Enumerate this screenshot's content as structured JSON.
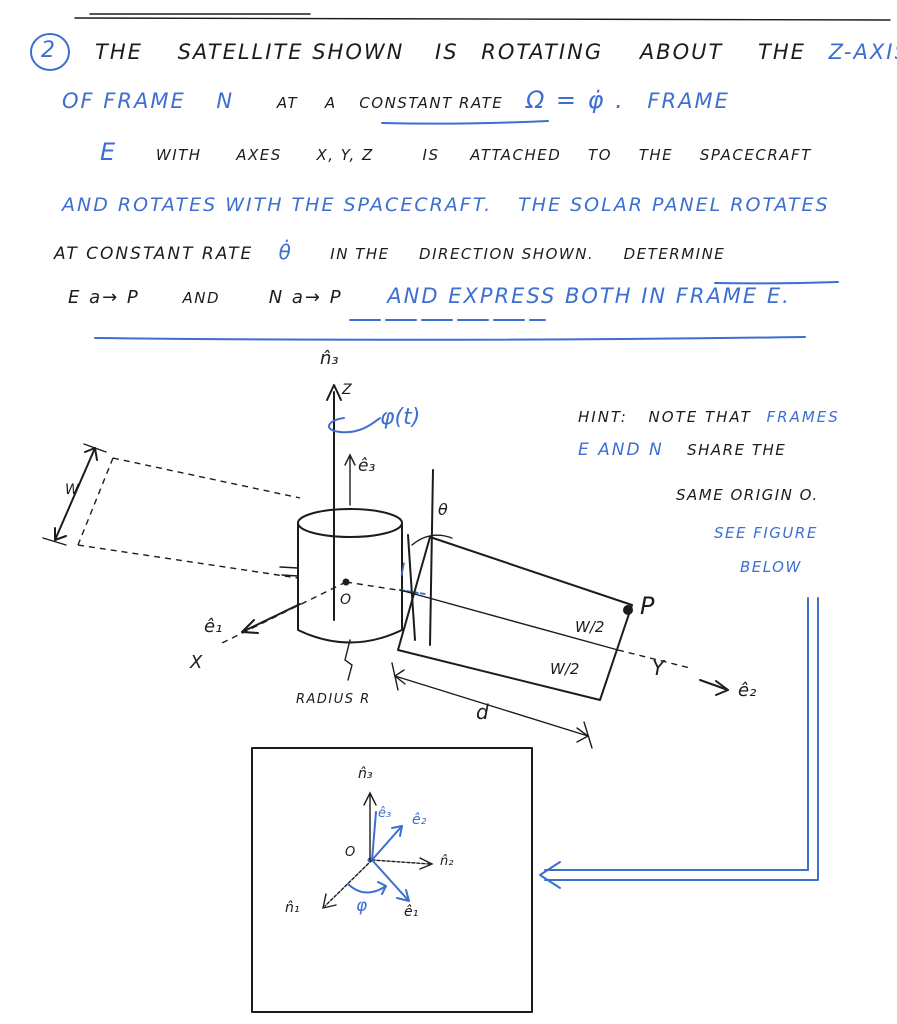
{
  "problem": {
    "number": "2",
    "lines": [
      {
        "parts": [
          {
            "t": "THE",
            "c": "black"
          },
          {
            "t": "SATELLITE SHOWN",
            "c": "black"
          },
          {
            "t": "IS",
            "c": "black"
          },
          {
            "t": "ROTATING",
            "c": "black"
          },
          {
            "t": "ABOUT",
            "c": "black"
          },
          {
            "t": "THE",
            "c": "black"
          },
          {
            "t": "Z-AXIS",
            "c": "blue"
          }
        ]
      },
      {
        "parts": [
          {
            "t": "OF FRAME",
            "c": "blue"
          },
          {
            "t": "N",
            "c": "blue"
          },
          {
            "t": "AT",
            "c": "black"
          },
          {
            "t": "A",
            "c": "black"
          },
          {
            "t": "CONSTANT RATE",
            "c": "black"
          },
          {
            "t": "Ω = φ̇ .",
            "c": "blue"
          },
          {
            "t": "FRAME",
            "c": "blue"
          }
        ]
      },
      {
        "parts": [
          {
            "t": "E",
            "c": "blue"
          },
          {
            "t": "WITH",
            "c": "black"
          },
          {
            "t": "AXES",
            "c": "black"
          },
          {
            "t": "X, Y, Z",
            "c": "black"
          },
          {
            "t": "IS",
            "c": "black"
          },
          {
            "t": "ATTACHED",
            "c": "black"
          },
          {
            "t": "TO",
            "c": "black"
          },
          {
            "t": "THE",
            "c": "black"
          },
          {
            "t": "SPACECRAFT",
            "c": "black"
          }
        ]
      },
      {
        "parts": [
          {
            "t": "AND ROTATES WITH THE SPACECRAFT.",
            "c": "blue"
          },
          {
            "t": "THE SOLAR PANEL ROTATES",
            "c": "blue"
          }
        ]
      },
      {
        "parts": [
          {
            "t": "AT CONSTANT RATE",
            "c": "black"
          },
          {
            "t": "θ̇",
            "c": "blue"
          },
          {
            "t": "IN THE",
            "c": "black"
          },
          {
            "t": "DIRECTION SHOWN.",
            "c": "black"
          },
          {
            "t": "DETERMINE",
            "c": "black"
          }
        ]
      },
      {
        "parts": [
          {
            "t": "E a→ P",
            "c": "black"
          },
          {
            "t": "AND",
            "c": "black"
          },
          {
            "t": "N a→ P",
            "c": "black"
          },
          {
            "t": "AND EXPRESS BOTH IN FRAME E.",
            "c": "blue"
          }
        ]
      }
    ]
  },
  "figure": {
    "labels": {
      "n3": "n̂₃",
      "z": "Z",
      "phi_t": "φ(t)",
      "e3": "ê₃",
      "w_left": "W",
      "theta": "θ",
      "l": "l",
      "o": "O",
      "e1": "ê₁",
      "x": "X",
      "w2_top": "W/2",
      "w2_bottom": "W/2",
      "p": "P",
      "y": "Y",
      "e2": "ê₂",
      "radius": "RADIUS R",
      "d": "d"
    }
  },
  "hint": {
    "lines": [
      {
        "parts": [
          {
            "t": "HINT:",
            "c": "black"
          },
          {
            "t": "NOTE THAT",
            "c": "black"
          },
          {
            "t": "FRAMES",
            "c": "blue"
          }
        ]
      },
      {
        "parts": [
          {
            "t": "E AND N",
            "c": "blue"
          },
          {
            "t": "SHARE THE",
            "c": "black"
          }
        ]
      },
      {
        "parts": [
          {
            "t": "SAME ORIGIN O.",
            "c": "black"
          }
        ]
      },
      {
        "parts": [
          {
            "t": "SEE FIGURE",
            "c": "blue"
          }
        ]
      },
      {
        "parts": [
          {
            "t": "BELOW",
            "c": "blue"
          }
        ]
      }
    ]
  },
  "inset": {
    "labels": {
      "n3": "n̂₃",
      "e3": "ê₃",
      "e2": "ê₂",
      "n2": "n̂₂",
      "o": "O",
      "phi": "φ",
      "n1": "n̂₁",
      "e1": "ê₁"
    }
  },
  "colors": {
    "ink": "#1c1c1c",
    "blue": "#3d6fd1"
  }
}
